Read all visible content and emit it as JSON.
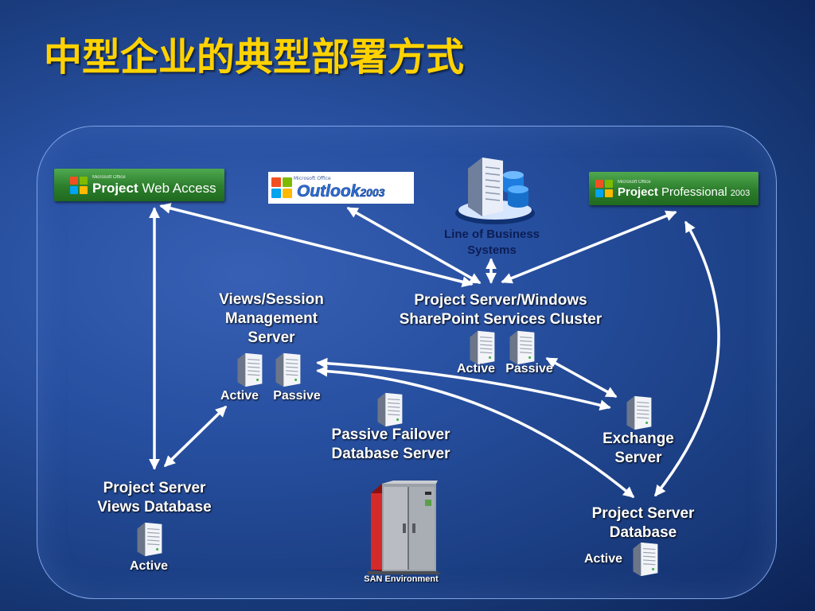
{
  "title": "中型企业的典型部署方式",
  "logos": {
    "pwa": {
      "tagline": "Microsoft Office",
      "product": "Project",
      "variant": "Web Access"
    },
    "outlook": {
      "tagline": "Microsoft Office",
      "product": "Outlook",
      "version": "2003"
    },
    "professional": {
      "tagline": "Microsoft Office",
      "product": "Project",
      "variant": "Professional",
      "version": "2003"
    }
  },
  "nodes": {
    "lob": {
      "line1": "Line of Business",
      "line2": "Systems"
    },
    "ps_cluster": {
      "line1": "Project Server/Windows",
      "line2": "SharePoint Services Cluster",
      "active": "Active",
      "passive": "Passive"
    },
    "views_session": {
      "line1": "Views/Session",
      "line2": "Management",
      "line3": "Server",
      "active": "Active",
      "passive": "Passive"
    },
    "failover_db": {
      "line1": "Passive Failover",
      "line2": "Database Server"
    },
    "exchange": {
      "line1": "Exchange",
      "line2": "Server"
    },
    "views_db": {
      "line1": "Project Server",
      "line2": "Views Database",
      "status": "Active"
    },
    "ps_db": {
      "line1": "Project Server",
      "line2": "Database",
      "status": "Active"
    },
    "san": {
      "label": "SAN Environment"
    }
  },
  "colors": {
    "title": "#ffd200",
    "frame_border": "#7fa3e6",
    "arrow": "#ffffff",
    "logo_green": "#2c7d2c",
    "san_red": "#d42a2a"
  },
  "icons": {
    "server": "tower-server-icon",
    "lob": "server-with-database-icon",
    "san": "san-storage-cabinet-icon",
    "office": "office-logo-icon"
  }
}
